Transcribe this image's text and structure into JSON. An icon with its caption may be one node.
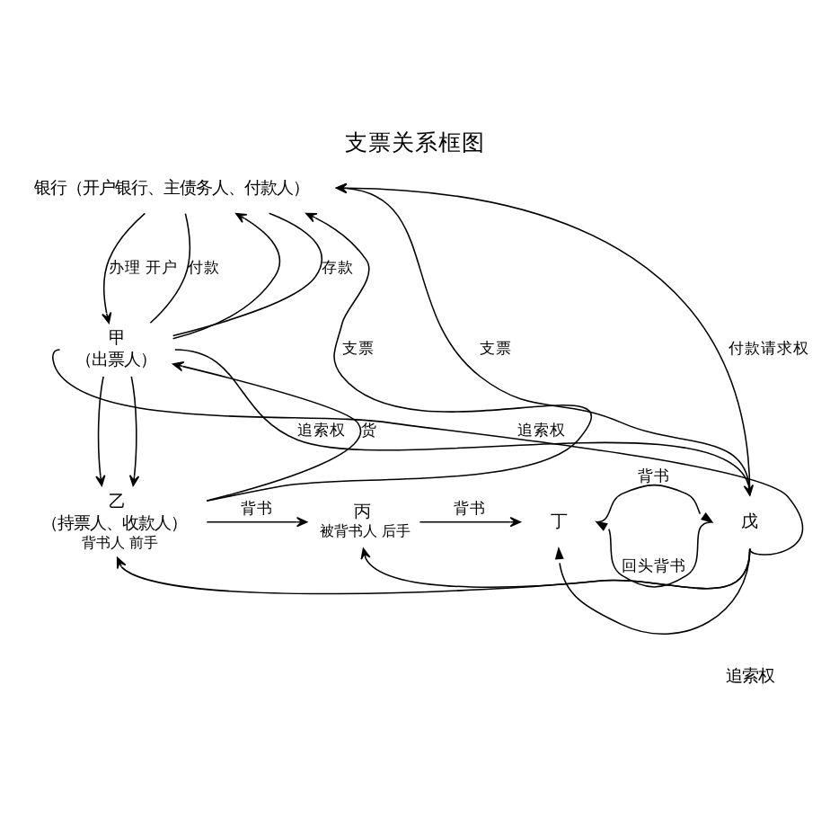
{
  "diagram": {
    "title": "支票关系框图",
    "nodes": [
      {
        "text": [
          "银行（开户银行、主债务人、付款人）"
        ]
      },
      {
        "text": [
          "甲",
          "（出票人）"
        ]
      },
      {
        "text": [
          "乙",
          "（持票人、收款人）"
        ],
        "beside": [
          "背书人 前手"
        ]
      },
      {
        "text": [
          "丙"
        ],
        "beside": [
          "被背书人 后手"
        ]
      },
      {
        "text": [
          "丁"
        ]
      },
      {
        "text": [
          "戊"
        ]
      }
    ],
    "edges": [
      {
        "from": 0,
        "to": 1,
        "arrow": "to",
        "label": "办理 开户"
      },
      {
        "from": 1,
        "to": 0,
        "arrow": "to"
      },
      {
        "from": 1,
        "to": 0,
        "arrow": "none",
        "label": "存款"
      },
      {
        "from": 0,
        "to": 1,
        "arrow": "none",
        "label": "付款"
      },
      {
        "from": 2,
        "to": 0,
        "arrow": "to",
        "label": "支票"
      },
      {
        "from": 5,
        "to": 0,
        "arrow": "to",
        "label": "支票"
      },
      {
        "from": 5,
        "to": 0,
        "arrow": "to",
        "label": "付款请求权"
      },
      {
        "from": 1,
        "to": 5,
        "arrow": "to",
        "label": "追索权"
      },
      {
        "from": 1,
        "to": 2,
        "arrow": "to"
      },
      {
        "from": 2,
        "to": 1,
        "arrow": "to",
        "label": "货"
      },
      {
        "from": 1,
        "to": 2,
        "arrow": "to"
      },
      {
        "from": 2,
        "to": 3,
        "arrow": "to",
        "label": "背书"
      },
      {
        "from": 3,
        "to": 4,
        "arrow": "to",
        "label": "背书"
      },
      {
        "from": 4,
        "to": 5,
        "arrow": "to",
        "label": "背书"
      },
      {
        "from": 5,
        "to": 4,
        "arrow": "to",
        "label": "回头背书"
      },
      {
        "from": 5,
        "to": 4,
        "arrow": "to"
      },
      {
        "from": 5,
        "to": 3,
        "arrow": "to"
      },
      {
        "from": 5,
        "to": 2,
        "arrow": "to"
      },
      {
        "from": 5,
        "to": 1,
        "arrow": "none",
        "label": "追索权"
      }
    ],
    "labels": [
      "追索权"
    ]
  }
}
